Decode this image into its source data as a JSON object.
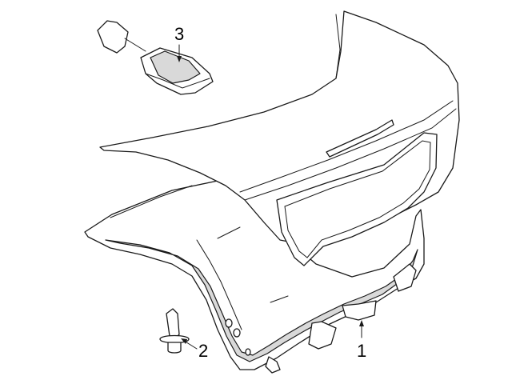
{
  "callouts": [
    {
      "id": "1",
      "label": "1"
    },
    {
      "id": "2",
      "label": "2"
    },
    {
      "id": "3",
      "label": "3"
    }
  ],
  "colors": {
    "line": "#1a1a1a",
    "background": "#ffffff",
    "shade": "#d9d9d9"
  }
}
